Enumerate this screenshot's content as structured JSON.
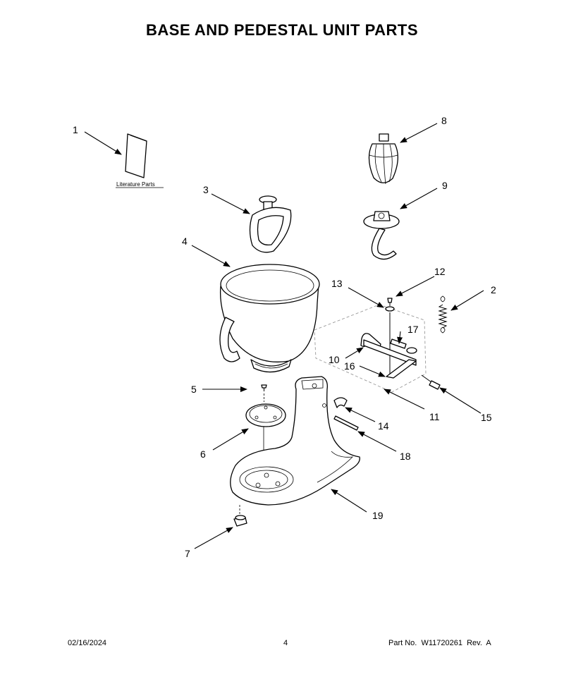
{
  "title": "BASE AND PEDESTAL UNIT PARTS",
  "literature_label": "Literature Parts",
  "callouts": [
    "1",
    "2",
    "3",
    "4",
    "5",
    "6",
    "7",
    "8",
    "9",
    "10",
    "11",
    "12",
    "13",
    "14",
    "15",
    "16",
    "17",
    "18",
    "19"
  ],
  "footer": {
    "date": "02/16/2024",
    "page": "4",
    "part_number": "Part No.  W11720261  Rev.  A"
  }
}
